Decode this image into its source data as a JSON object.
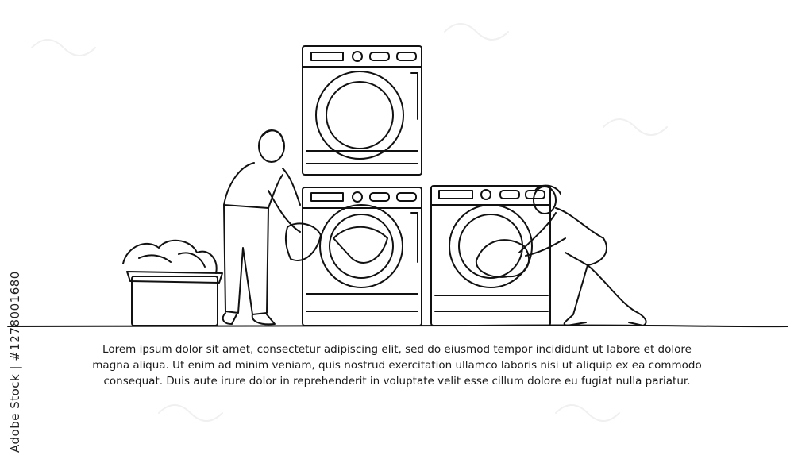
{
  "caption": {
    "line1": "Lorem ipsum dolor sit amet, consectetur adipiscing elit, sed do eiusmod tempor incididunt ut labore et dolore",
    "line2": "magna aliqua. Ut enim ad minim veniam, quis nostrud exercitation ullamco laboris nisi ut aliquip ex ea commodo",
    "line3": "consequat. Duis aute irure dolor in reprehenderit in voluptate velit esse cillum dolore eu fugiat nulla pariatur."
  },
  "stock_id": "Adobe Stock | #1278001680",
  "colors": {
    "line": "#111111",
    "background": "#ffffff"
  }
}
